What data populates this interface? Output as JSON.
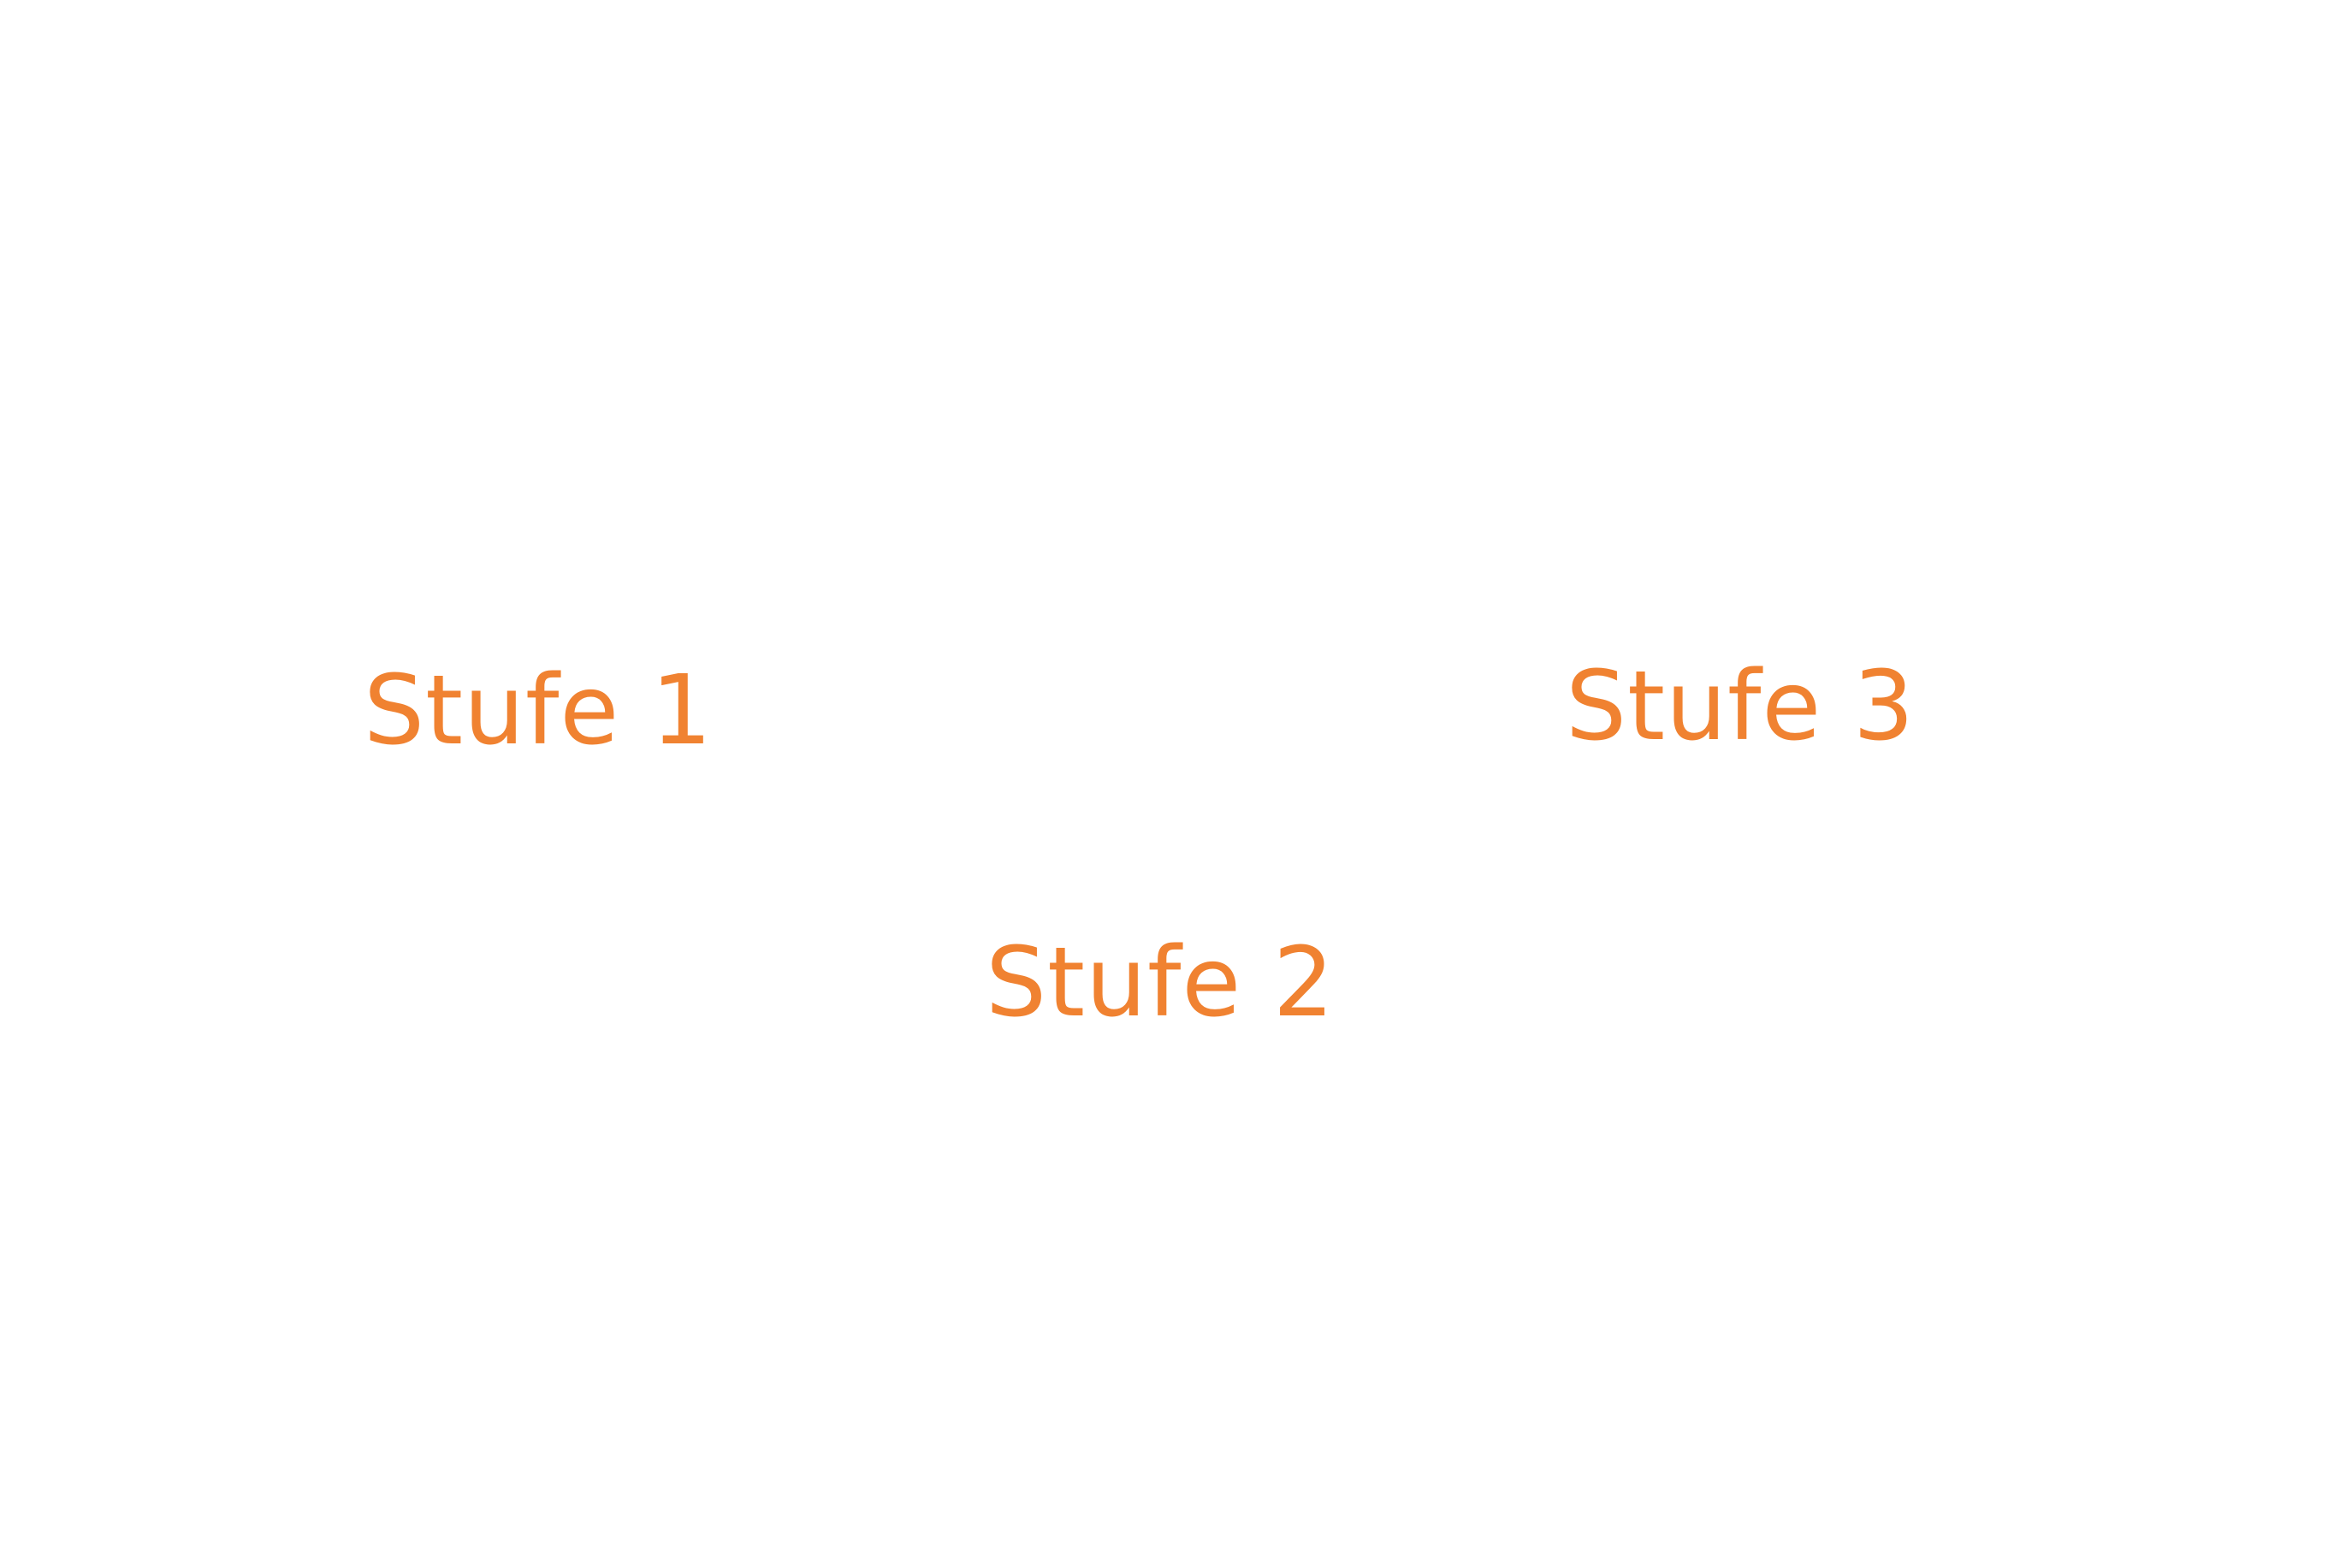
{
  "accent_color": "#F08231",
  "stages": [
    {
      "label": "Stufe 1"
    },
    {
      "label": "Stufe 2"
    },
    {
      "label": "Stufe 3"
    }
  ]
}
